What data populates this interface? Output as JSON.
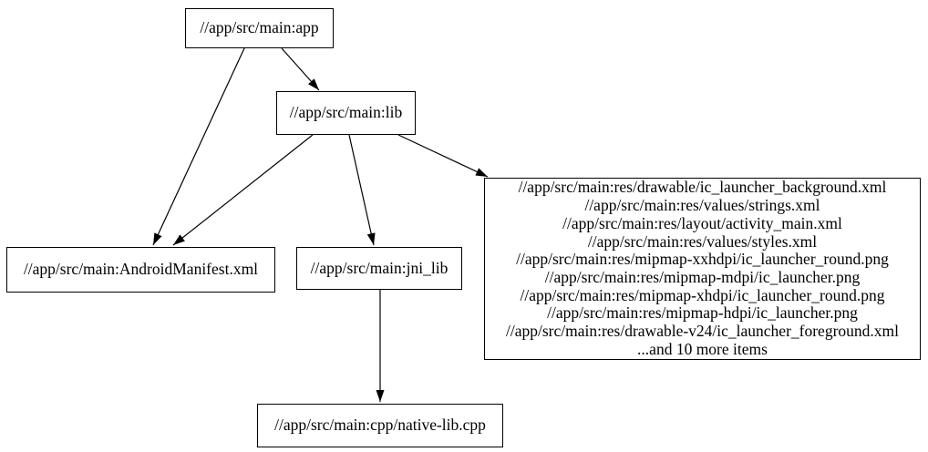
{
  "graph": {
    "background_color": "#ffffff",
    "node_border_color": "#000000",
    "edge_color": "#000000",
    "text_color": "#000000",
    "nodes": {
      "app": {
        "label": "//app/src/main:app"
      },
      "lib": {
        "label": "//app/src/main:lib"
      },
      "manifest": {
        "label": "//app/src/main:AndroidManifest.xml"
      },
      "jni_lib": {
        "label": "//app/src/main:jni_lib"
      },
      "native_cpp": {
        "label": "//app/src/main:cpp/native-lib.cpp"
      },
      "res": {
        "lines": [
          "//app/src/main:res/drawable/ic_launcher_background.xml",
          "//app/src/main:res/values/strings.xml",
          "//app/src/main:res/layout/activity_main.xml",
          "//app/src/main:res/values/styles.xml",
          "//app/src/main:res/mipmap-xxhdpi/ic_launcher_round.png",
          "//app/src/main:res/mipmap-mdpi/ic_launcher.png",
          "//app/src/main:res/mipmap-xhdpi/ic_launcher_round.png",
          "//app/src/main:res/mipmap-hdpi/ic_launcher.png",
          "//app/src/main:res/drawable-v24/ic_launcher_foreground.xml",
          "...and 10 more items"
        ]
      }
    },
    "edges": [
      {
        "from": "app",
        "to": "lib"
      },
      {
        "from": "app",
        "to": "manifest"
      },
      {
        "from": "lib",
        "to": "manifest"
      },
      {
        "from": "lib",
        "to": "jni_lib"
      },
      {
        "from": "lib",
        "to": "res"
      },
      {
        "from": "jni_lib",
        "to": "native_cpp"
      }
    ]
  }
}
